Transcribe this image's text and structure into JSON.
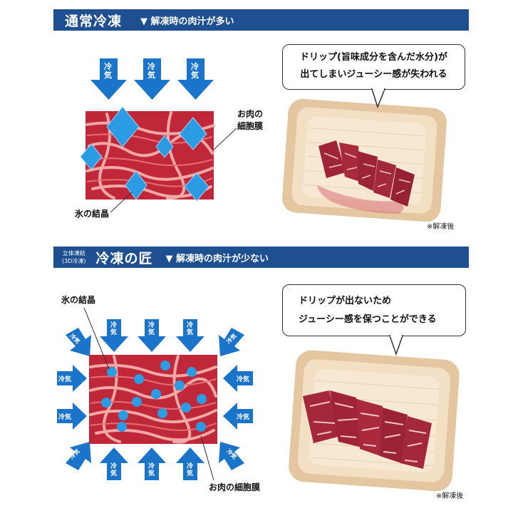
{
  "section1": {
    "banner_title": "通常冷凍",
    "banner_sub": "▼ 解凍時の肉汁が多い",
    "arrow_label": "冷気",
    "membrane_label_line1": "お肉の",
    "membrane_label_line2": "細胞膜",
    "ice_label": "氷の結晶",
    "bubble_line1": "ドリップ(旨味成分を含んだ水分)が",
    "bubble_line2": "出てしまいジューシー感が失われる",
    "note": "※解凍後"
  },
  "section2": {
    "banner_small_line1": "立体凍結",
    "banner_small_line2": "(3D冷凍)",
    "banner_title": "冷凍の匠",
    "banner_sub": "▼ 解凍時の肉汁が少ない",
    "arrow_label": "冷気",
    "ice_label": "氷の結晶",
    "membrane_label": "お肉の細胞膜",
    "bubble_line1": "ドリップが出ないため",
    "bubble_line2": "ジューシー感を保つことができる",
    "note": "※解凍後"
  },
  "colors": {
    "banner": "#1d4f91",
    "arrow": "#1a74c9",
    "meat": "#c0283a",
    "ice": "#2b9be3",
    "tray": "#efd9bd"
  }
}
